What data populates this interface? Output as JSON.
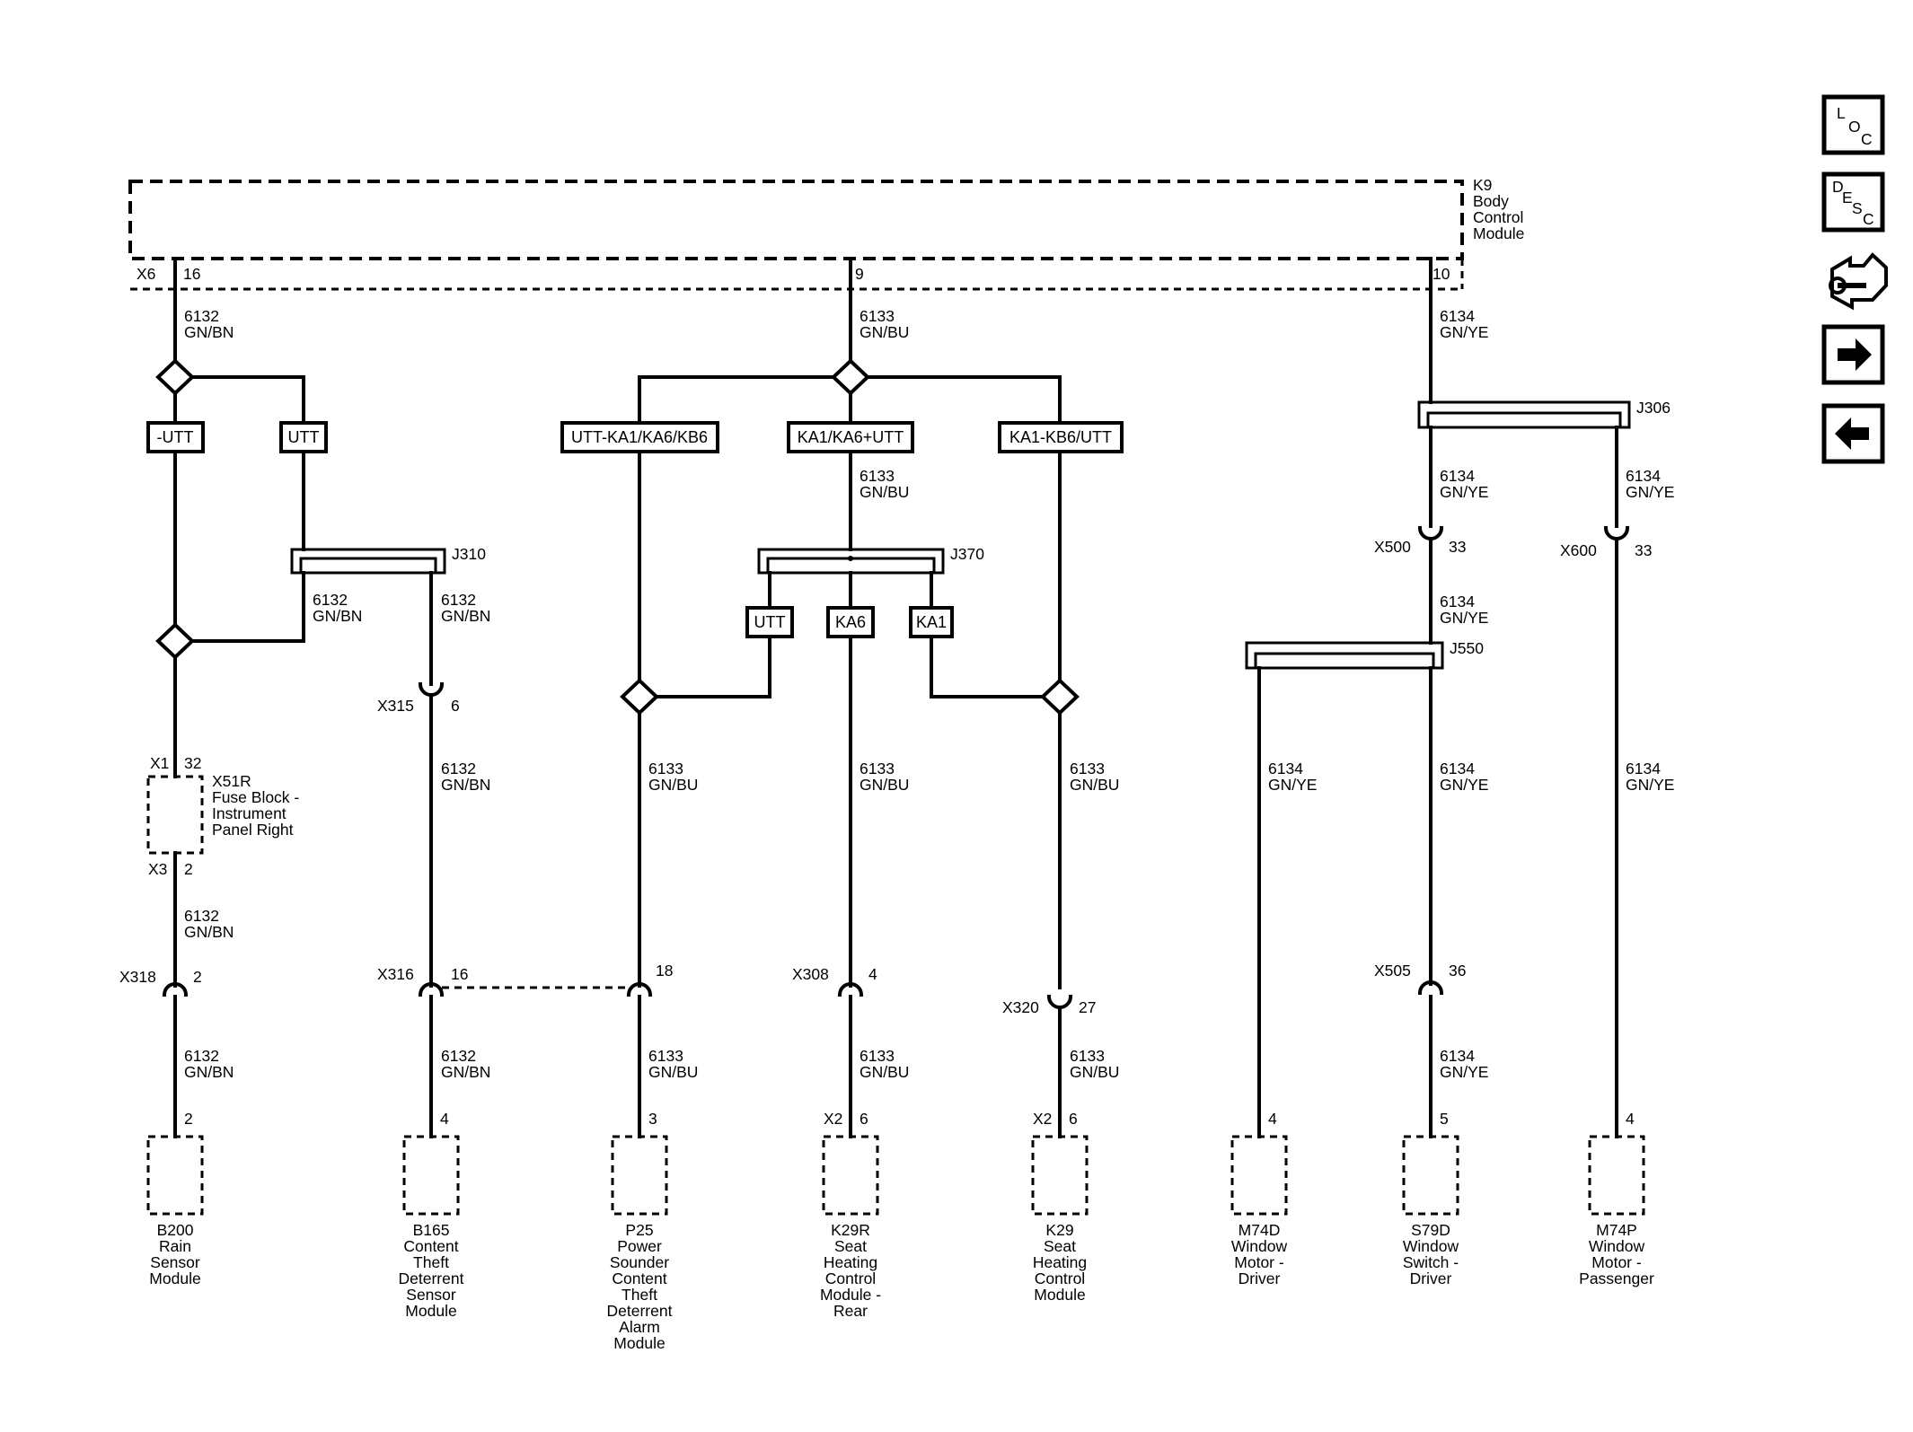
{
  "bcm": {
    "id": "K9",
    "lines": [
      "Body",
      "Control",
      "Module"
    ],
    "conn": "X6"
  },
  "bcm_pins": {
    "left": "16",
    "mid": "9",
    "right": "10"
  },
  "wires": {
    "w6132": [
      "6132",
      "GN/BN"
    ],
    "w6133": [
      "6133",
      "GN/BU"
    ],
    "w6134": [
      "6134",
      "GN/YE"
    ]
  },
  "options": [
    "-UTT",
    "UTT",
    "UTT-KA1/KA6/KB6",
    "KA1/KA6+UTT",
    "KA1-KB6/UTT",
    "UTT",
    "KA6",
    "KA1"
  ],
  "splices": {
    "j310": "J310",
    "j370": "J370",
    "j306": "J306",
    "j550": "J550"
  },
  "fuse": {
    "conn_top": "X1",
    "pin_top": "32",
    "name": [
      "X51R",
      "Fuse Block -",
      "Instrument",
      "Panel Right"
    ],
    "conn_bot": "X3",
    "pin_bot": "2"
  },
  "inline": [
    {
      "id": "X315",
      "pin": "6"
    },
    {
      "id": "X318",
      "pin": "2"
    },
    {
      "id": "X316",
      "pin": "16"
    },
    {
      "id": "",
      "pin": "18"
    },
    {
      "id": "X308",
      "pin": "4"
    },
    {
      "id": "X320",
      "pin": "27"
    },
    {
      "id": "X500",
      "pin": "33"
    },
    {
      "id": "X600",
      "pin": "33"
    },
    {
      "id": "X505",
      "pin": "36"
    }
  ],
  "components": [
    {
      "pin": "2",
      "conn": "",
      "lines": [
        "B200",
        "Rain",
        "Sensor",
        "Module"
      ]
    },
    {
      "pin": "4",
      "conn": "",
      "lines": [
        "B165",
        "Content",
        "Theft",
        "Deterrent",
        "Sensor",
        "Module"
      ]
    },
    {
      "pin": "3",
      "conn": "",
      "lines": [
        "P25",
        "Power",
        "Sounder",
        "Content",
        "Theft",
        "Deterrent",
        "Alarm",
        "Module"
      ]
    },
    {
      "pin": "6",
      "conn": "X2",
      "lines": [
        "K29R",
        "Seat",
        "Heating",
        "Control",
        "Module -",
        "Rear"
      ]
    },
    {
      "pin": "6",
      "conn": "X2",
      "lines": [
        "K29",
        "Seat",
        "Heating",
        "Control",
        "Module"
      ]
    },
    {
      "pin": "4",
      "conn": "",
      "lines": [
        "M74D",
        "Window",
        "Motor -",
        "Driver"
      ]
    },
    {
      "pin": "5",
      "conn": "",
      "lines": [
        "S79D",
        "Window",
        "Switch -",
        "Driver"
      ]
    },
    {
      "pin": "4",
      "conn": "",
      "lines": [
        "M74P",
        "Window",
        "Motor -",
        "Passenger"
      ]
    }
  ],
  "nav": {
    "loc": [
      "L",
      "O",
      "C"
    ],
    "desc": [
      "D",
      "E",
      "S",
      "C"
    ]
  }
}
